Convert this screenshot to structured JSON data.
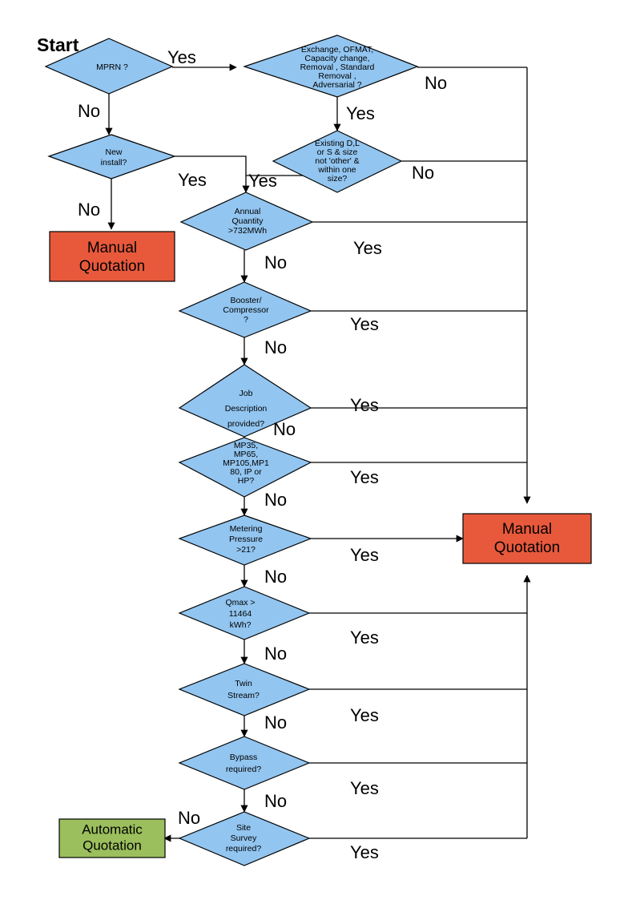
{
  "diagram": {
    "type": "flowchart",
    "title_label": "Start",
    "colors": {
      "decision_fill": "#92C5F0",
      "manual_fill": "#E8593C",
      "automatic_fill": "#9CBF5D",
      "stroke": "#000000",
      "background": "#FFFFFF"
    },
    "edge_labels": {
      "yes": "Yes",
      "no": "No"
    },
    "nodes": [
      {
        "id": "mprn",
        "kind": "decision",
        "lines": [
          "MPRN ?"
        ]
      },
      {
        "id": "exchange",
        "kind": "decision",
        "lines": [
          "Exchange, OFMAT,",
          "Capacity change,",
          "Removal , Standard",
          "Removal ,",
          "Adversarial ?"
        ]
      },
      {
        "id": "new-install",
        "kind": "decision",
        "lines": [
          "New",
          "install?"
        ]
      },
      {
        "id": "existing-dls",
        "kind": "decision",
        "lines": [
          "Existing D,L",
          "or S & size",
          "not 'other' &",
          "within one",
          "size?"
        ]
      },
      {
        "id": "annual-quantity",
        "kind": "decision",
        "lines": [
          "Annual",
          "Quantity",
          ">732MWh"
        ]
      },
      {
        "id": "booster",
        "kind": "decision",
        "lines": [
          "Booster/",
          "Compressor",
          "?"
        ]
      },
      {
        "id": "job-description",
        "kind": "decision",
        "lines": [
          "Job",
          "Description",
          "provided?"
        ]
      },
      {
        "id": "mp-types",
        "kind": "decision",
        "lines": [
          "MP35,",
          "MP65,",
          "MP105,MP1",
          "80, IP or",
          "HP?"
        ]
      },
      {
        "id": "metering-pressure",
        "kind": "decision",
        "lines": [
          "Metering",
          "Pressure",
          ">21?"
        ]
      },
      {
        "id": "qmax",
        "kind": "decision",
        "lines": [
          "Qmax >",
          "11464",
          "kWh?"
        ]
      },
      {
        "id": "twin-stream",
        "kind": "decision",
        "lines": [
          "Twin",
          "Stream?"
        ]
      },
      {
        "id": "bypass",
        "kind": "decision",
        "lines": [
          "Bypass",
          "required?"
        ]
      },
      {
        "id": "site-survey",
        "kind": "decision",
        "lines": [
          "Site",
          "Survey",
          "required?"
        ]
      },
      {
        "id": "manual-left",
        "kind": "terminator",
        "lines": [
          "Manual",
          "Quotation"
        ]
      },
      {
        "id": "manual-right",
        "kind": "terminator",
        "lines": [
          "Manual",
          "Quotation"
        ]
      },
      {
        "id": "automatic",
        "kind": "terminator",
        "lines": [
          "Automatic",
          "Quotation"
        ]
      }
    ],
    "edges": [
      {
        "from": "mprn",
        "to": "exchange",
        "label": "Yes"
      },
      {
        "from": "mprn",
        "to": "new-install",
        "label": "No"
      },
      {
        "from": "exchange",
        "to": "manual-right",
        "label": "No"
      },
      {
        "from": "exchange",
        "to": "existing-dls",
        "label": "Yes"
      },
      {
        "from": "new-install",
        "to": "manual-left",
        "label": "No"
      },
      {
        "from": "new-install",
        "to": "existing-dls",
        "label": "Yes"
      },
      {
        "from": "existing-dls",
        "to": "manual-right",
        "label": "No"
      },
      {
        "from": "existing-dls",
        "to": "annual-quantity",
        "label": "Yes"
      },
      {
        "from": "annual-quantity",
        "to": "manual-right",
        "label": "Yes"
      },
      {
        "from": "annual-quantity",
        "to": "booster",
        "label": "No"
      },
      {
        "from": "booster",
        "to": "manual-right",
        "label": "Yes"
      },
      {
        "from": "booster",
        "to": "job-description",
        "label": "No"
      },
      {
        "from": "job-description",
        "to": "manual-right",
        "label": "Yes"
      },
      {
        "from": "job-description",
        "to": "mp-types",
        "label": "No"
      },
      {
        "from": "mp-types",
        "to": "manual-right",
        "label": "Yes"
      },
      {
        "from": "mp-types",
        "to": "metering-pressure",
        "label": "No"
      },
      {
        "from": "metering-pressure",
        "to": "manual-right",
        "label": "Yes"
      },
      {
        "from": "metering-pressure",
        "to": "qmax",
        "label": "No"
      },
      {
        "from": "qmax",
        "to": "manual-right",
        "label": "Yes"
      },
      {
        "from": "qmax",
        "to": "twin-stream",
        "label": "No"
      },
      {
        "from": "twin-stream",
        "to": "manual-right",
        "label": "Yes"
      },
      {
        "from": "twin-stream",
        "to": "bypass",
        "label": "No"
      },
      {
        "from": "bypass",
        "to": "manual-right",
        "label": "Yes"
      },
      {
        "from": "bypass",
        "to": "site-survey",
        "label": "No"
      },
      {
        "from": "site-survey",
        "to": "manual-right",
        "label": "Yes"
      },
      {
        "from": "site-survey",
        "to": "automatic",
        "label": "No"
      }
    ]
  }
}
